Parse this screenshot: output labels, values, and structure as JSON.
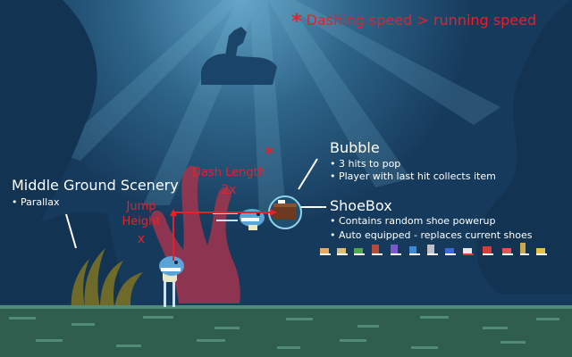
{
  "note": {
    "text": "Dashing speed > running speed",
    "marker": "*",
    "color": "#e8202a"
  },
  "middle_ground": {
    "title": "Middle Ground Scenery",
    "bullets": [
      "• Parallax"
    ]
  },
  "bubble": {
    "title": "Bubble",
    "bullets": [
      "• 3 hits to pop",
      "• Player with last hit collects item"
    ]
  },
  "shoebox": {
    "title": "ShoeBox",
    "bullets": [
      "• Contains random shoe powerup",
      "• Auto equipped - replaces current shoes"
    ],
    "shoe_icons": [
      "shoe-icon-1",
      "shoe-icon-2",
      "shoe-icon-3",
      "shoe-icon-4",
      "shoe-icon-5",
      "shoe-icon-6",
      "shoe-icon-7",
      "shoe-icon-8",
      "shoe-icon-9",
      "shoe-icon-10",
      "shoe-icon-11",
      "shoe-icon-12",
      "shoe-icon-13"
    ]
  },
  "dash": {
    "label": "Dash Length",
    "value": "2x"
  },
  "jump": {
    "label_line1": "Jump",
    "label_line2": "Height",
    "value": "x"
  },
  "colors": {
    "annotation_red": "#e8202a",
    "water": "#2f5d4e",
    "coral": "#a2354e",
    "seaweed": "#6e6a2a",
    "bubble": "#8fd4ea"
  }
}
